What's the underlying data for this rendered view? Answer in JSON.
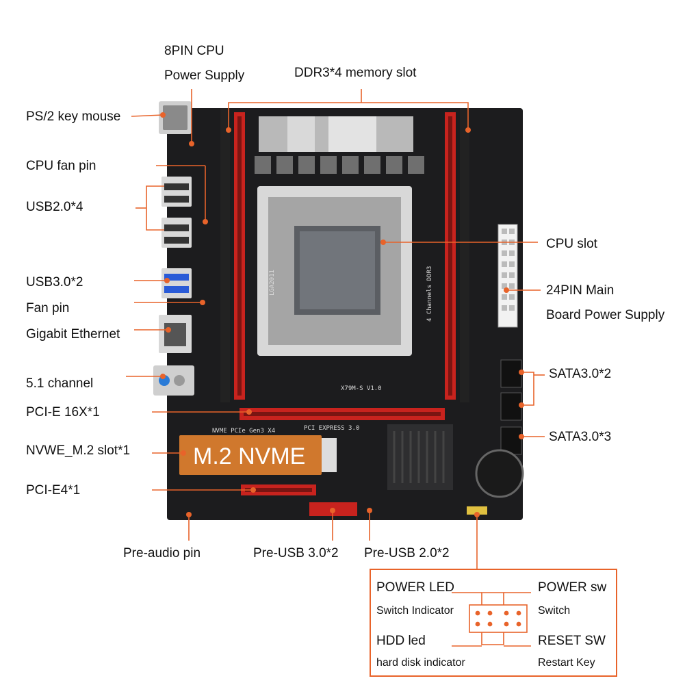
{
  "labels": {
    "cpu_power_line1": "8PIN CPU",
    "cpu_power_line2": "Power Supply",
    "ddr3": "DDR3*4 memory slot",
    "ps2": "PS/2 key mouse",
    "cpu_fan": "CPU fan pin",
    "usb2": "USB2.0*4",
    "usb3": "USB3.0*2",
    "fan_pin": "Fan pin",
    "ethernet": "Gigabit Ethernet",
    "channel": "5.1 channel",
    "pcie16": "PCI-E 16X*1",
    "nvme": "NVWE_M.2 slot*1",
    "pcie4": "PCI-E4*1",
    "pre_audio": "Pre-audio pin",
    "pre_usb3": "Pre-USB 3.0*2",
    "pre_usb2": "Pre-USB 2.0*2",
    "cpu_slot": "CPU slot",
    "main_power_line1": "24PIN Main",
    "main_power_line2": "Board Power Supply",
    "sata_a": "SATA3.0*2",
    "sata_b": "SATA3.0*3"
  },
  "board": {
    "m2_text": "M.2 NVME",
    "socket_text": "LGA2011",
    "channel_text": "4 Channels DDR3",
    "model_text": "X79M-S  V1.0",
    "pcie_text": "PCI EXPRESS 3.0",
    "nvme_pcie_text": "NVME PCIe Gen3 X4"
  },
  "panel": {
    "power_led": "POWER LED",
    "power_led_sub": "Switch Indicator",
    "power_sw": "POWER sw",
    "power_sw_sub": "Switch",
    "hdd_led": "HDD led",
    "hdd_led_sub": "hard disk indicator",
    "reset_sw": "RESET SW",
    "reset_sw_sub": "Restart Key"
  },
  "colors": {
    "accent": "#e8632a",
    "pcb": "#1c1c1e",
    "slot_red": "#c8231e"
  }
}
